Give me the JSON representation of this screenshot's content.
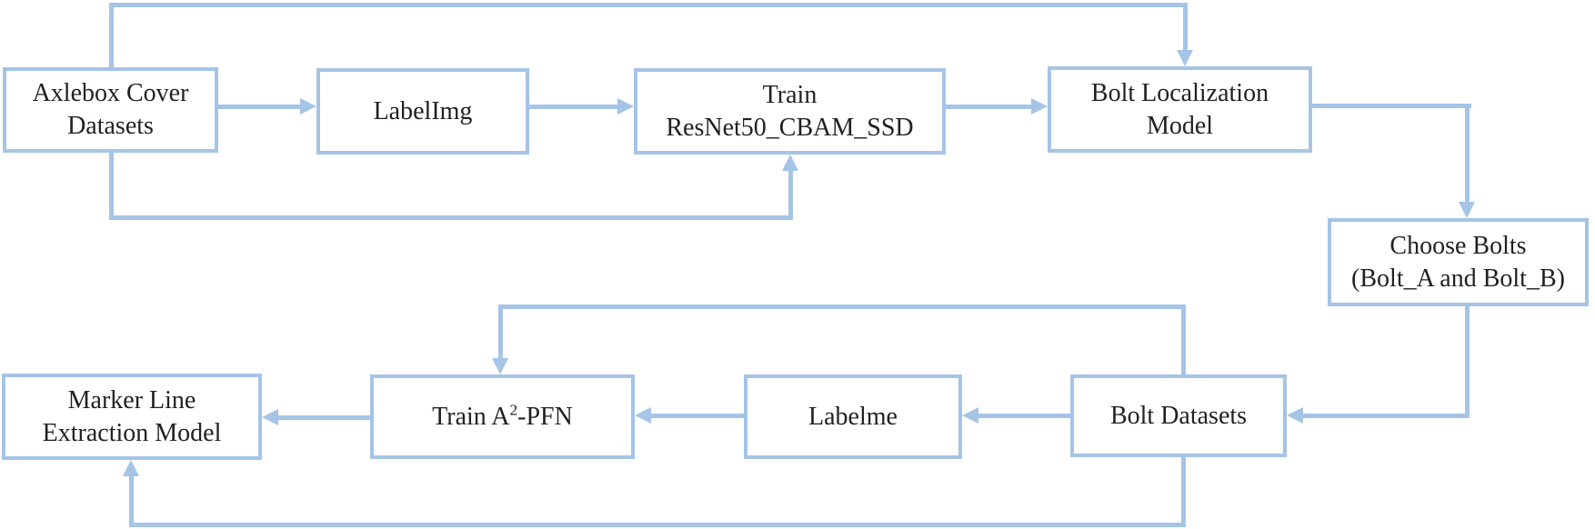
{
  "colors": {
    "line": "#a5c4e6",
    "text": "#231f20",
    "fill": "#ffffff"
  },
  "nodes": {
    "axlebox": {
      "line1": "Axlebox Cover",
      "line2": "Datasets"
    },
    "labelimg": {
      "line1": "LabelImg"
    },
    "train_ssd": {
      "line1": "Train",
      "line2": "ResNet50_CBAM_SSD"
    },
    "bolt_localization": {
      "line1": "Bolt Localization",
      "line2": "Model"
    },
    "choose_bolts": {
      "line1": "Choose Bolts",
      "line2": "(Bolt_A and Bolt_B)"
    },
    "bolt_datasets": {
      "line1": "Bolt Datasets"
    },
    "labelme": {
      "line1": "Labelme"
    },
    "train_a2pfn": {
      "pre": "Train A",
      "sup": "2",
      "post": "-PFN"
    },
    "marker_line": {
      "line1": "Marker Line",
      "line2": "Extraction Model"
    }
  },
  "edges": [
    {
      "from": "Axlebox Cover Datasets",
      "to": "LabelImg"
    },
    {
      "from": "LabelImg",
      "to": "Train ResNet50_CBAM_SSD"
    },
    {
      "from": "Train ResNet50_CBAM_SSD",
      "to": "Bolt Localization Model"
    },
    {
      "from": "Axlebox Cover Datasets",
      "to": "Bolt Localization Model"
    },
    {
      "from": "Axlebox Cover Datasets",
      "to": "Train ResNet50_CBAM_SSD"
    },
    {
      "from": "Bolt Localization Model",
      "to": "Choose Bolts (Bolt_A and Bolt_B)"
    },
    {
      "from": "Choose Bolts (Bolt_A and Bolt_B)",
      "to": "Bolt Datasets"
    },
    {
      "from": "Bolt Datasets",
      "to": "Labelme"
    },
    {
      "from": "Labelme",
      "to": "Train A2-PFN"
    },
    {
      "from": "Bolt Datasets",
      "to": "Train A2-PFN"
    },
    {
      "from": "Train A2-PFN",
      "to": "Marker Line Extraction Model"
    },
    {
      "from": "Bolt Datasets",
      "to": "Marker Line Extraction Model"
    }
  ]
}
